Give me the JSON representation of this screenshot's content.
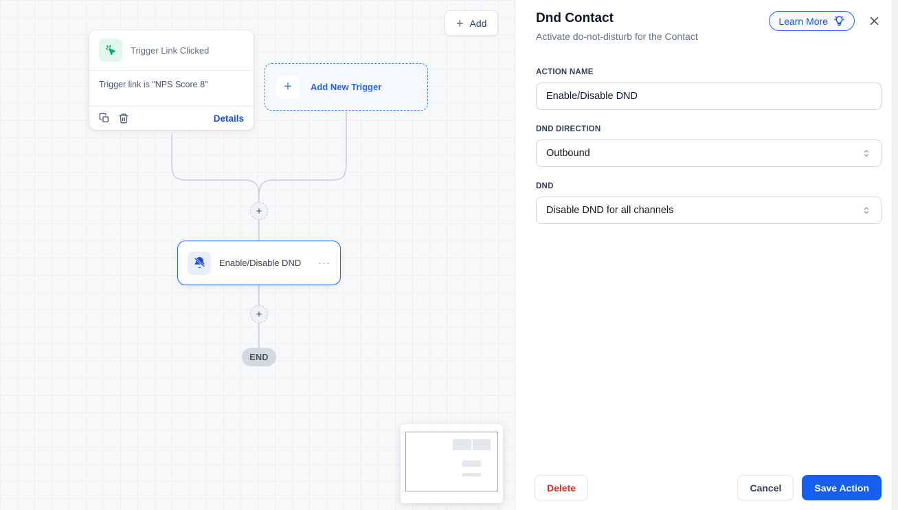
{
  "canvas": {
    "add_button": {
      "label": "Add"
    },
    "trigger_card": {
      "title": "Trigger Link Clicked",
      "body": "Trigger link is \"NPS Score 8\"",
      "details_label": "Details"
    },
    "add_new_trigger": {
      "label": "Add New Trigger"
    },
    "action_node": {
      "label": "Enable/Disable DND",
      "menu_glyph": "···"
    },
    "plus_glyph": "+",
    "end_label": "END"
  },
  "panel": {
    "title": "Dnd Contact",
    "subtitle": "Activate do-not-disturb for the Contact",
    "learn_more_label": "Learn More",
    "action_name": {
      "label": "ACTION NAME",
      "value": "Enable/Disable DND"
    },
    "dnd_direction": {
      "label": "DND DIRECTION",
      "value": "Outbound"
    },
    "dnd": {
      "label": "DND",
      "value": "Disable DND for all channels"
    },
    "footer": {
      "delete_label": "Delete",
      "cancel_label": "Cancel",
      "save_label": "Save Action"
    }
  },
  "colors": {
    "accent_blue": "#2563eb",
    "save_blue": "#155eef",
    "link_blue": "#1d4ed8",
    "trigger_green": "#12a96e",
    "delete_red": "#d92d20",
    "connector_gray": "#c9cdd4"
  }
}
